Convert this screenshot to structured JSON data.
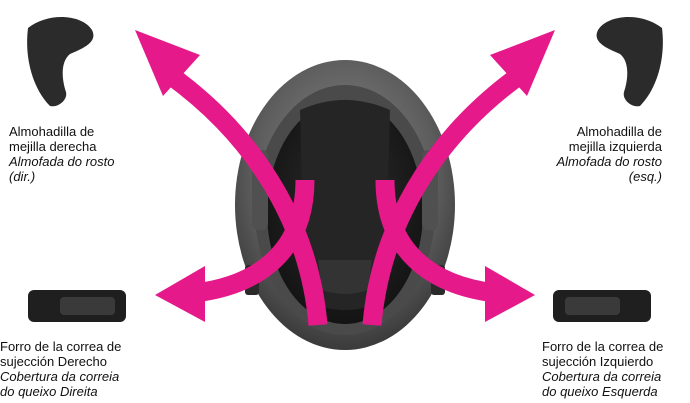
{
  "colors": {
    "arrow": "#e5198a",
    "helmet_shell": "#6b6b6b",
    "helmet_liner": "#1e1e1e",
    "pad": "#2b2b2b",
    "background": "#ffffff"
  },
  "labels": {
    "cheek_right": {
      "es_line1": "Almohadilla de",
      "es_line2": "mejilla derecha",
      "pt_line1": "Almofada do rosto",
      "pt_line2": "(dir.)"
    },
    "cheek_left": {
      "es_line1": "Almohadilla de",
      "es_line2": "mejilla izquierda",
      "pt_line1": "Almofada do rosto",
      "pt_line2": "(esq.)"
    },
    "strap_right": {
      "es_line1": "Forro de la correa de",
      "es_line2": "sujección Derecho",
      "pt_line1": "Cobertura da correia",
      "pt_line2": "do queixo Direita"
    },
    "strap_left": {
      "es_line1": "Forro de la correa de",
      "es_line2": "sujección Izquierdo",
      "pt_line1": "Cobertura da correia",
      "pt_line2": "do queixo Esquerda"
    }
  }
}
